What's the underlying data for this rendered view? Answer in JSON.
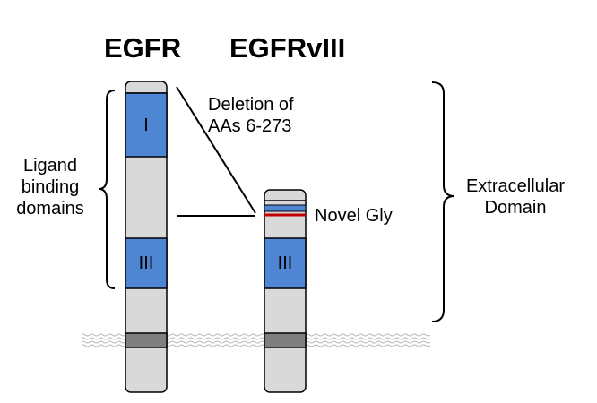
{
  "titles": {
    "egfr": "EGFR",
    "egfrviii": "EGFRvIII"
  },
  "domains": {
    "i": "I",
    "iii_egfr": "III",
    "iii_viii": "III"
  },
  "labels": {
    "deletion_line1": "Deletion of",
    "deletion_line2": "AAs 6-273",
    "novel_gly": "Novel Gly",
    "ligand_line1": "Ligand",
    "ligand_line2": "binding",
    "ligand_line3": "domains",
    "extracellular_line1": "Extracellular",
    "extracellular_line2": "Domain"
  },
  "colors": {
    "receptor_fill": "#d9d9d9",
    "domain_blue": "#4f86d3",
    "transmembrane": "#7f7f7f",
    "novel_gly_red": "#c00000",
    "outline": "#000000"
  }
}
